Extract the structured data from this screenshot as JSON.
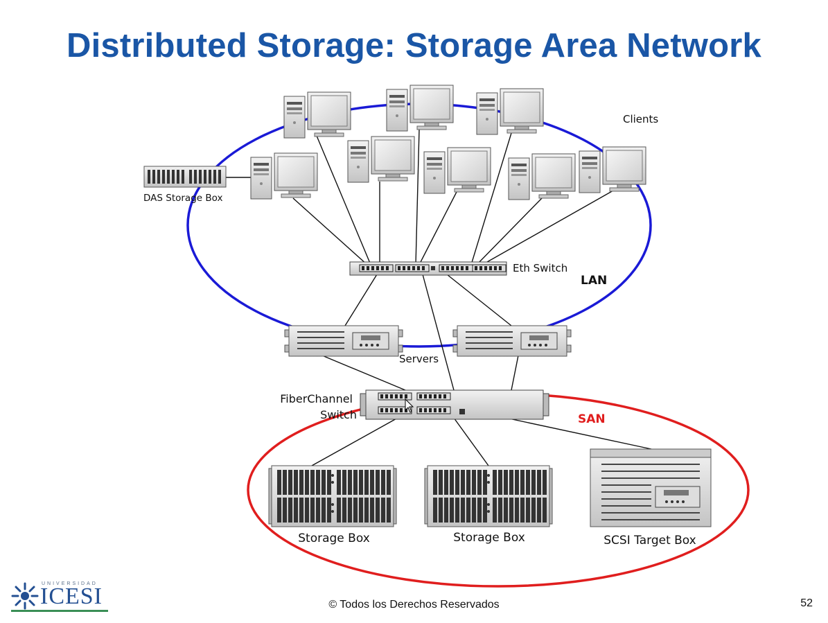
{
  "slide": {
    "title": "Distributed Storage: Storage Area Network",
    "page_number": "52",
    "footer": "© Todos los Derechos Reservados"
  },
  "logo": {
    "small_text": "UNIVERSIDAD",
    "main_text": "ICESI",
    "icon": "sunburst-logo-icon"
  },
  "diagram": {
    "labels": {
      "clients": "Clients",
      "das": "DAS Storage Box",
      "eth_switch": "Eth Switch",
      "lan": "LAN",
      "servers": "Servers",
      "fc_switch_line1": "FiberChannel",
      "fc_switch_line2": "Switch",
      "san": "SAN",
      "storage_box_1": "Storage Box",
      "storage_box_2": "Storage Box",
      "scsi_box": "SCSI Target Box"
    },
    "colors": {
      "lan": "#1a1ad6",
      "san": "#e01e1e",
      "title": "#1a56a6"
    }
  }
}
